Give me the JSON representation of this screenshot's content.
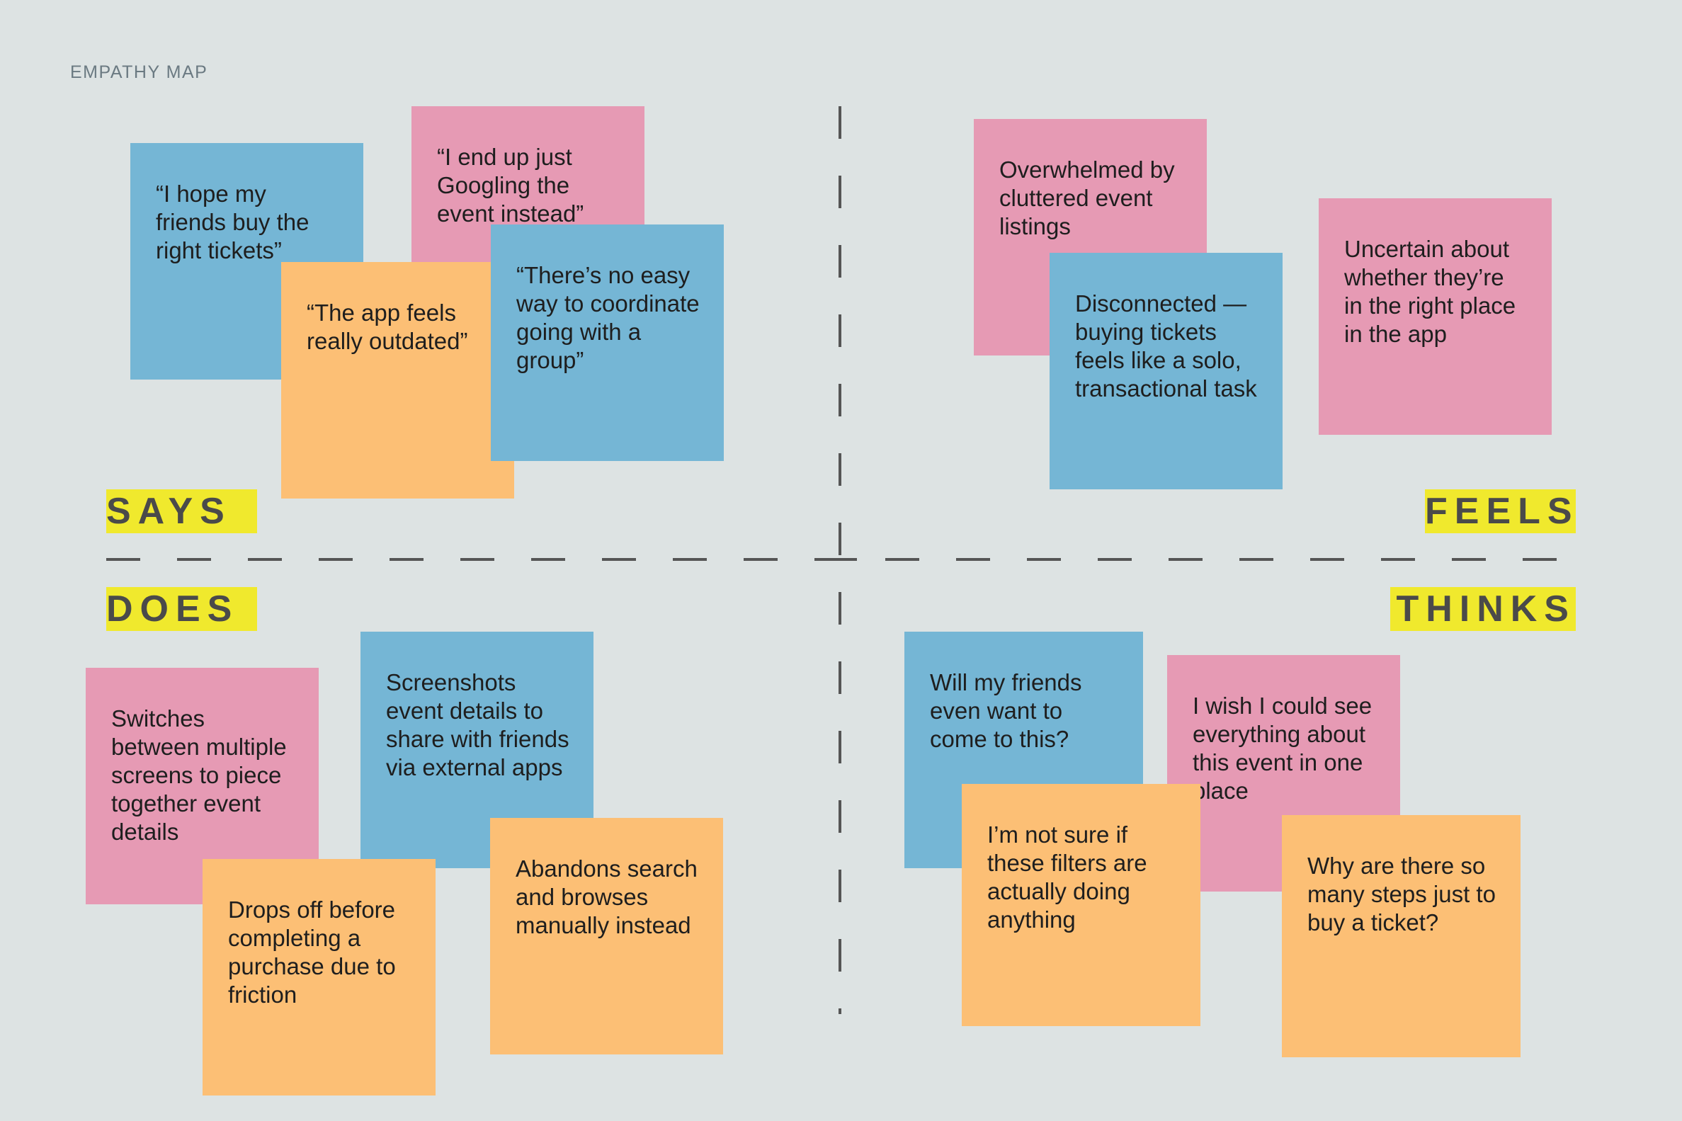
{
  "title": "EMPATHY MAP",
  "colors": {
    "background": "#dde3e3",
    "label_highlight": "#f0e92d",
    "pink": "#e69ab4",
    "blue": "#75b6d5",
    "orange": "#fcbf75"
  },
  "quadrants": {
    "says": {
      "label": "SAYS",
      "notes": [
        {
          "text": "“I hope my friends buy the right tickets”",
          "color": "blue"
        },
        {
          "text": "“I end up just Googling the event instead”",
          "color": "pink"
        },
        {
          "text": "“The app feels really outdated”",
          "color": "orange"
        },
        {
          "text": "“There’s no easy way to coordinate going with a group”",
          "color": "blue"
        }
      ]
    },
    "feels": {
      "label": "FEELS",
      "notes": [
        {
          "text": "Overwhelmed by cluttered event listings",
          "color": "pink"
        },
        {
          "text": "Disconnected — buying tickets feels like a solo, transactional task",
          "color": "blue"
        },
        {
          "text": "Uncertain about whether they’re in the right place in the app",
          "color": "pink"
        }
      ]
    },
    "does": {
      "label": "DOES",
      "notes": [
        {
          "text": "Switches between multiple screens to piece together event details",
          "color": "pink"
        },
        {
          "text": "Screenshots event details to share with friends via external apps",
          "color": "blue"
        },
        {
          "text": "Drops off before completing a purchase due to friction",
          "color": "orange"
        },
        {
          "text": "Abandons search and browses manually instead",
          "color": "orange"
        }
      ]
    },
    "thinks": {
      "label": "THINKS",
      "notes": [
        {
          "text": "Will my friends even want to come to this?",
          "color": "blue"
        },
        {
          "text": "I wish I could see everything about this event in one place",
          "color": "pink"
        },
        {
          "text": "I’m not sure if these filters are actually doing anything",
          "color": "orange"
        },
        {
          "text": "Why are there so many steps just to buy a ticket?",
          "color": "orange"
        }
      ]
    }
  }
}
